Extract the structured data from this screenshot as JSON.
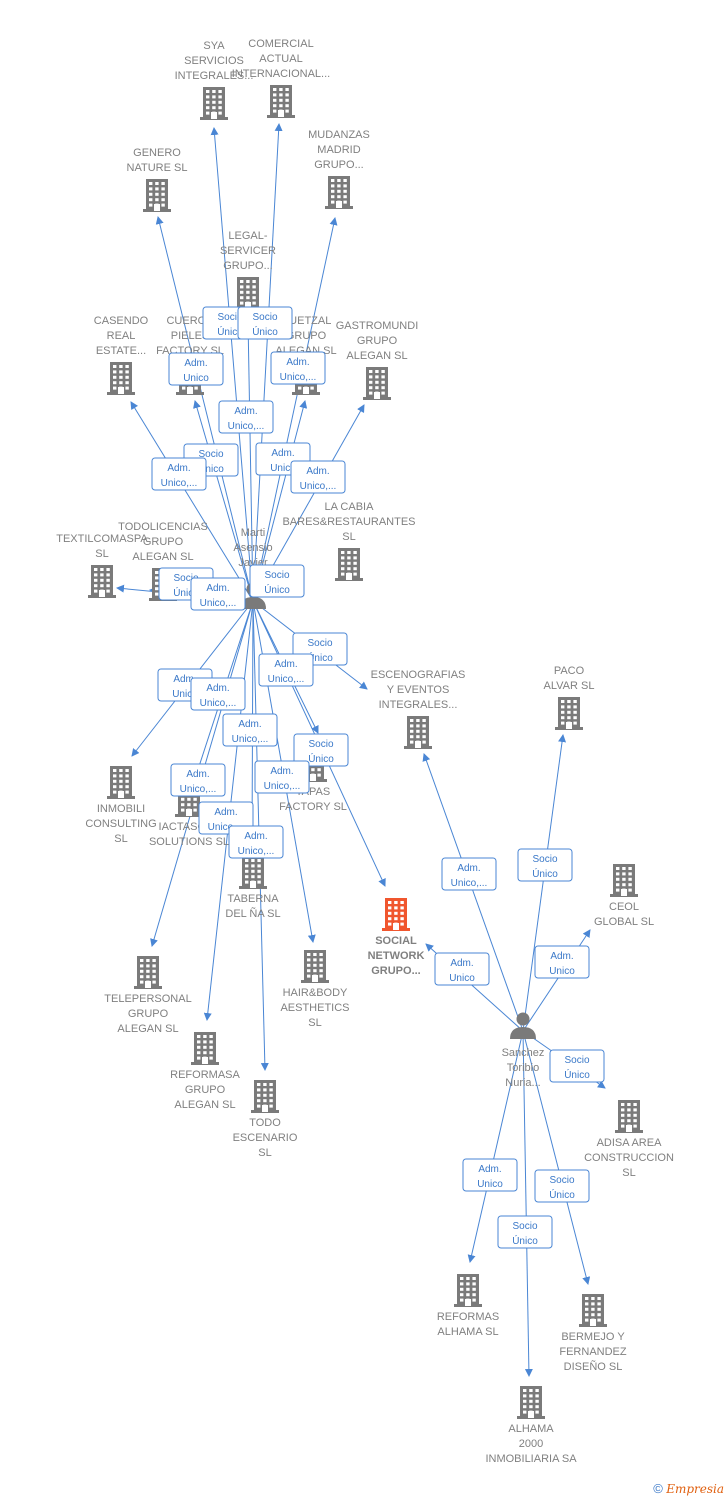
{
  "colors": {
    "edge": "#4a86d4",
    "building": "#7a7a7a",
    "building_main": "#f0562e",
    "person": "#7a7a7a",
    "label": "#808080",
    "box_text": "#3a78c8"
  },
  "footer": {
    "copyright": "©",
    "brand": "Empresia"
  },
  "people": [
    {
      "id": "marti",
      "lines": [
        "Marti",
        "Asensio",
        "Javier"
      ]
    },
    {
      "id": "sanchez",
      "lines": [
        "Sanchez",
        "Toribio",
        "Nuria..."
      ]
    }
  ],
  "companies": [
    {
      "id": "sya",
      "lines": [
        "SYA",
        "SERVICIOS",
        "INTEGRALES..."
      ]
    },
    {
      "id": "comercial",
      "lines": [
        "COMERCIAL",
        "ACTUAL",
        "INTERNACIONAL..."
      ]
    },
    {
      "id": "genero",
      "lines": [
        "GENERO",
        "NATURE SL"
      ]
    },
    {
      "id": "mudanzas",
      "lines": [
        "MUDANZAS",
        "MADRID",
        "GRUPO..."
      ]
    },
    {
      "id": "legal",
      "lines": [
        "LEGAL-",
        "SERVICER",
        "GRUPO..."
      ]
    },
    {
      "id": "casendo",
      "lines": [
        "CASENDO",
        "REAL",
        "ESTATE..."
      ]
    },
    {
      "id": "cueros",
      "lines": [
        "CUEROS",
        "PIELES",
        "FACTORY SL"
      ]
    },
    {
      "id": "quetzal",
      "lines": [
        "QUETZAL",
        "GRUPO",
        "ALEGAN SL"
      ]
    },
    {
      "id": "gastromundi",
      "lines": [
        "GASTROMUNDI",
        "GRUPO",
        "ALEGAN SL"
      ]
    },
    {
      "id": "lacabia",
      "lines": [
        "LA CABIA",
        "BARES&RESTAURANTES",
        "SL"
      ]
    },
    {
      "id": "textilcomaspa",
      "lines": [
        "TEXTILCOMASPA",
        "SL"
      ]
    },
    {
      "id": "todolicencias",
      "lines": [
        "TODOLICENCIAS",
        "GRUPO",
        "ALEGAN SL"
      ]
    },
    {
      "id": "escenografias",
      "lines": [
        "ESCENOGRAFIAS",
        "Y EVENTOS",
        "INTEGRALES..."
      ]
    },
    {
      "id": "paco",
      "lines": [
        "PACO",
        "ALVAR SL"
      ]
    },
    {
      "id": "inmobili",
      "lines": [
        "INMOBILI",
        "CONSULTING",
        "SL"
      ]
    },
    {
      "id": "iactasoft",
      "lines": [
        "IACTASOFT",
        "SOLUTIONS SL"
      ]
    },
    {
      "id": "tapas",
      "lines": [
        "TAPAS",
        "FACTORY SL"
      ]
    },
    {
      "id": "taberna",
      "lines": [
        "TABERNA",
        "DEL ÑA SL"
      ]
    },
    {
      "id": "social",
      "lines": [
        "SOCIAL",
        "NETWORK",
        "GRUPO..."
      ]
    },
    {
      "id": "ceol",
      "lines": [
        "CEOL",
        "GLOBAL SL"
      ]
    },
    {
      "id": "telepersonal",
      "lines": [
        "TELEPERSONAL",
        "GRUPO",
        "ALEGAN SL"
      ]
    },
    {
      "id": "hairbody",
      "lines": [
        "HAIR&BODY",
        "AESTHETICS",
        "SL"
      ]
    },
    {
      "id": "reformasa",
      "lines": [
        "REFORMASA",
        "GRUPO",
        "ALEGAN SL"
      ]
    },
    {
      "id": "todoesc",
      "lines": [
        "TODO",
        "ESCENARIO",
        "SL"
      ]
    },
    {
      "id": "adisa",
      "lines": [
        "ADISA AREA",
        "CONSTRUCCION",
        "SL"
      ]
    },
    {
      "id": "reformas_alhama",
      "lines": [
        "REFORMAS",
        "ALHAMA SL"
      ]
    },
    {
      "id": "bermejo",
      "lines": [
        "BERMEJO Y",
        "FERNANDEZ",
        "DISEÑO SL"
      ]
    },
    {
      "id": "alhama2000",
      "lines": [
        "ALHAMA",
        "2000",
        "INMOBILIARIA SA"
      ]
    }
  ],
  "roles": [
    {
      "id": "r1",
      "lines": [
        "Socio",
        "Único"
      ]
    },
    {
      "id": "r2",
      "lines": [
        "Socio",
        "Único"
      ]
    },
    {
      "id": "r3",
      "lines": [
        "Adm.",
        "Unico"
      ]
    },
    {
      "id": "r4",
      "lines": [
        "Adm.",
        "Unico,..."
      ]
    },
    {
      "id": "r5",
      "lines": [
        "Adm.",
        "Unico,..."
      ]
    },
    {
      "id": "r6",
      "lines": [
        "Socio",
        "Único"
      ]
    },
    {
      "id": "r7",
      "lines": [
        "Adm.",
        "Unico,..."
      ]
    },
    {
      "id": "r8",
      "lines": [
        "Adm.",
        "Unico"
      ]
    },
    {
      "id": "r9",
      "lines": [
        "Adm.",
        "Unico,..."
      ]
    },
    {
      "id": "r10",
      "lines": [
        "Socio",
        "Único"
      ]
    },
    {
      "id": "r11",
      "lines": [
        "Adm.",
        "Unico,..."
      ]
    },
    {
      "id": "r12",
      "lines": [
        "Socio",
        "Único"
      ]
    },
    {
      "id": "r13",
      "lines": [
        "Socio",
        "Único"
      ]
    },
    {
      "id": "r14",
      "lines": [
        "Adm.",
        "Unico,..."
      ]
    },
    {
      "id": "r15",
      "lines": [
        "Adm.",
        "Unico"
      ]
    },
    {
      "id": "r16",
      "lines": [
        "Adm.",
        "Unico,..."
      ]
    },
    {
      "id": "r17",
      "lines": [
        "Socio",
        "Único"
      ]
    },
    {
      "id": "r18",
      "lines": [
        "Adm.",
        "Unico,..."
      ]
    },
    {
      "id": "r19",
      "lines": [
        "Adm.",
        "Unico,..."
      ]
    },
    {
      "id": "r20",
      "lines": [
        "Adm.",
        "Unico,..."
      ]
    },
    {
      "id": "r21",
      "lines": [
        "Adm.",
        "Unico,..."
      ]
    },
    {
      "id": "r22",
      "lines": [
        "Adm.",
        "Unico,..."
      ]
    },
    {
      "id": "r23",
      "lines": [
        "Socio",
        "Único"
      ]
    },
    {
      "id": "r24",
      "lines": [
        "Adm.",
        "Unico,..."
      ]
    },
    {
      "id": "r25",
      "lines": [
        "Adm.",
        "Unico"
      ]
    },
    {
      "id": "r26",
      "lines": [
        "Adm.",
        "Unico"
      ]
    },
    {
      "id": "r27",
      "lines": [
        "Socio",
        "Único"
      ]
    },
    {
      "id": "r28",
      "lines": [
        "Adm.",
        "Unico"
      ]
    },
    {
      "id": "r29",
      "lines": [
        "Socio",
        "Único"
      ]
    },
    {
      "id": "r30",
      "lines": [
        "Socio",
        "Único"
      ]
    }
  ]
}
